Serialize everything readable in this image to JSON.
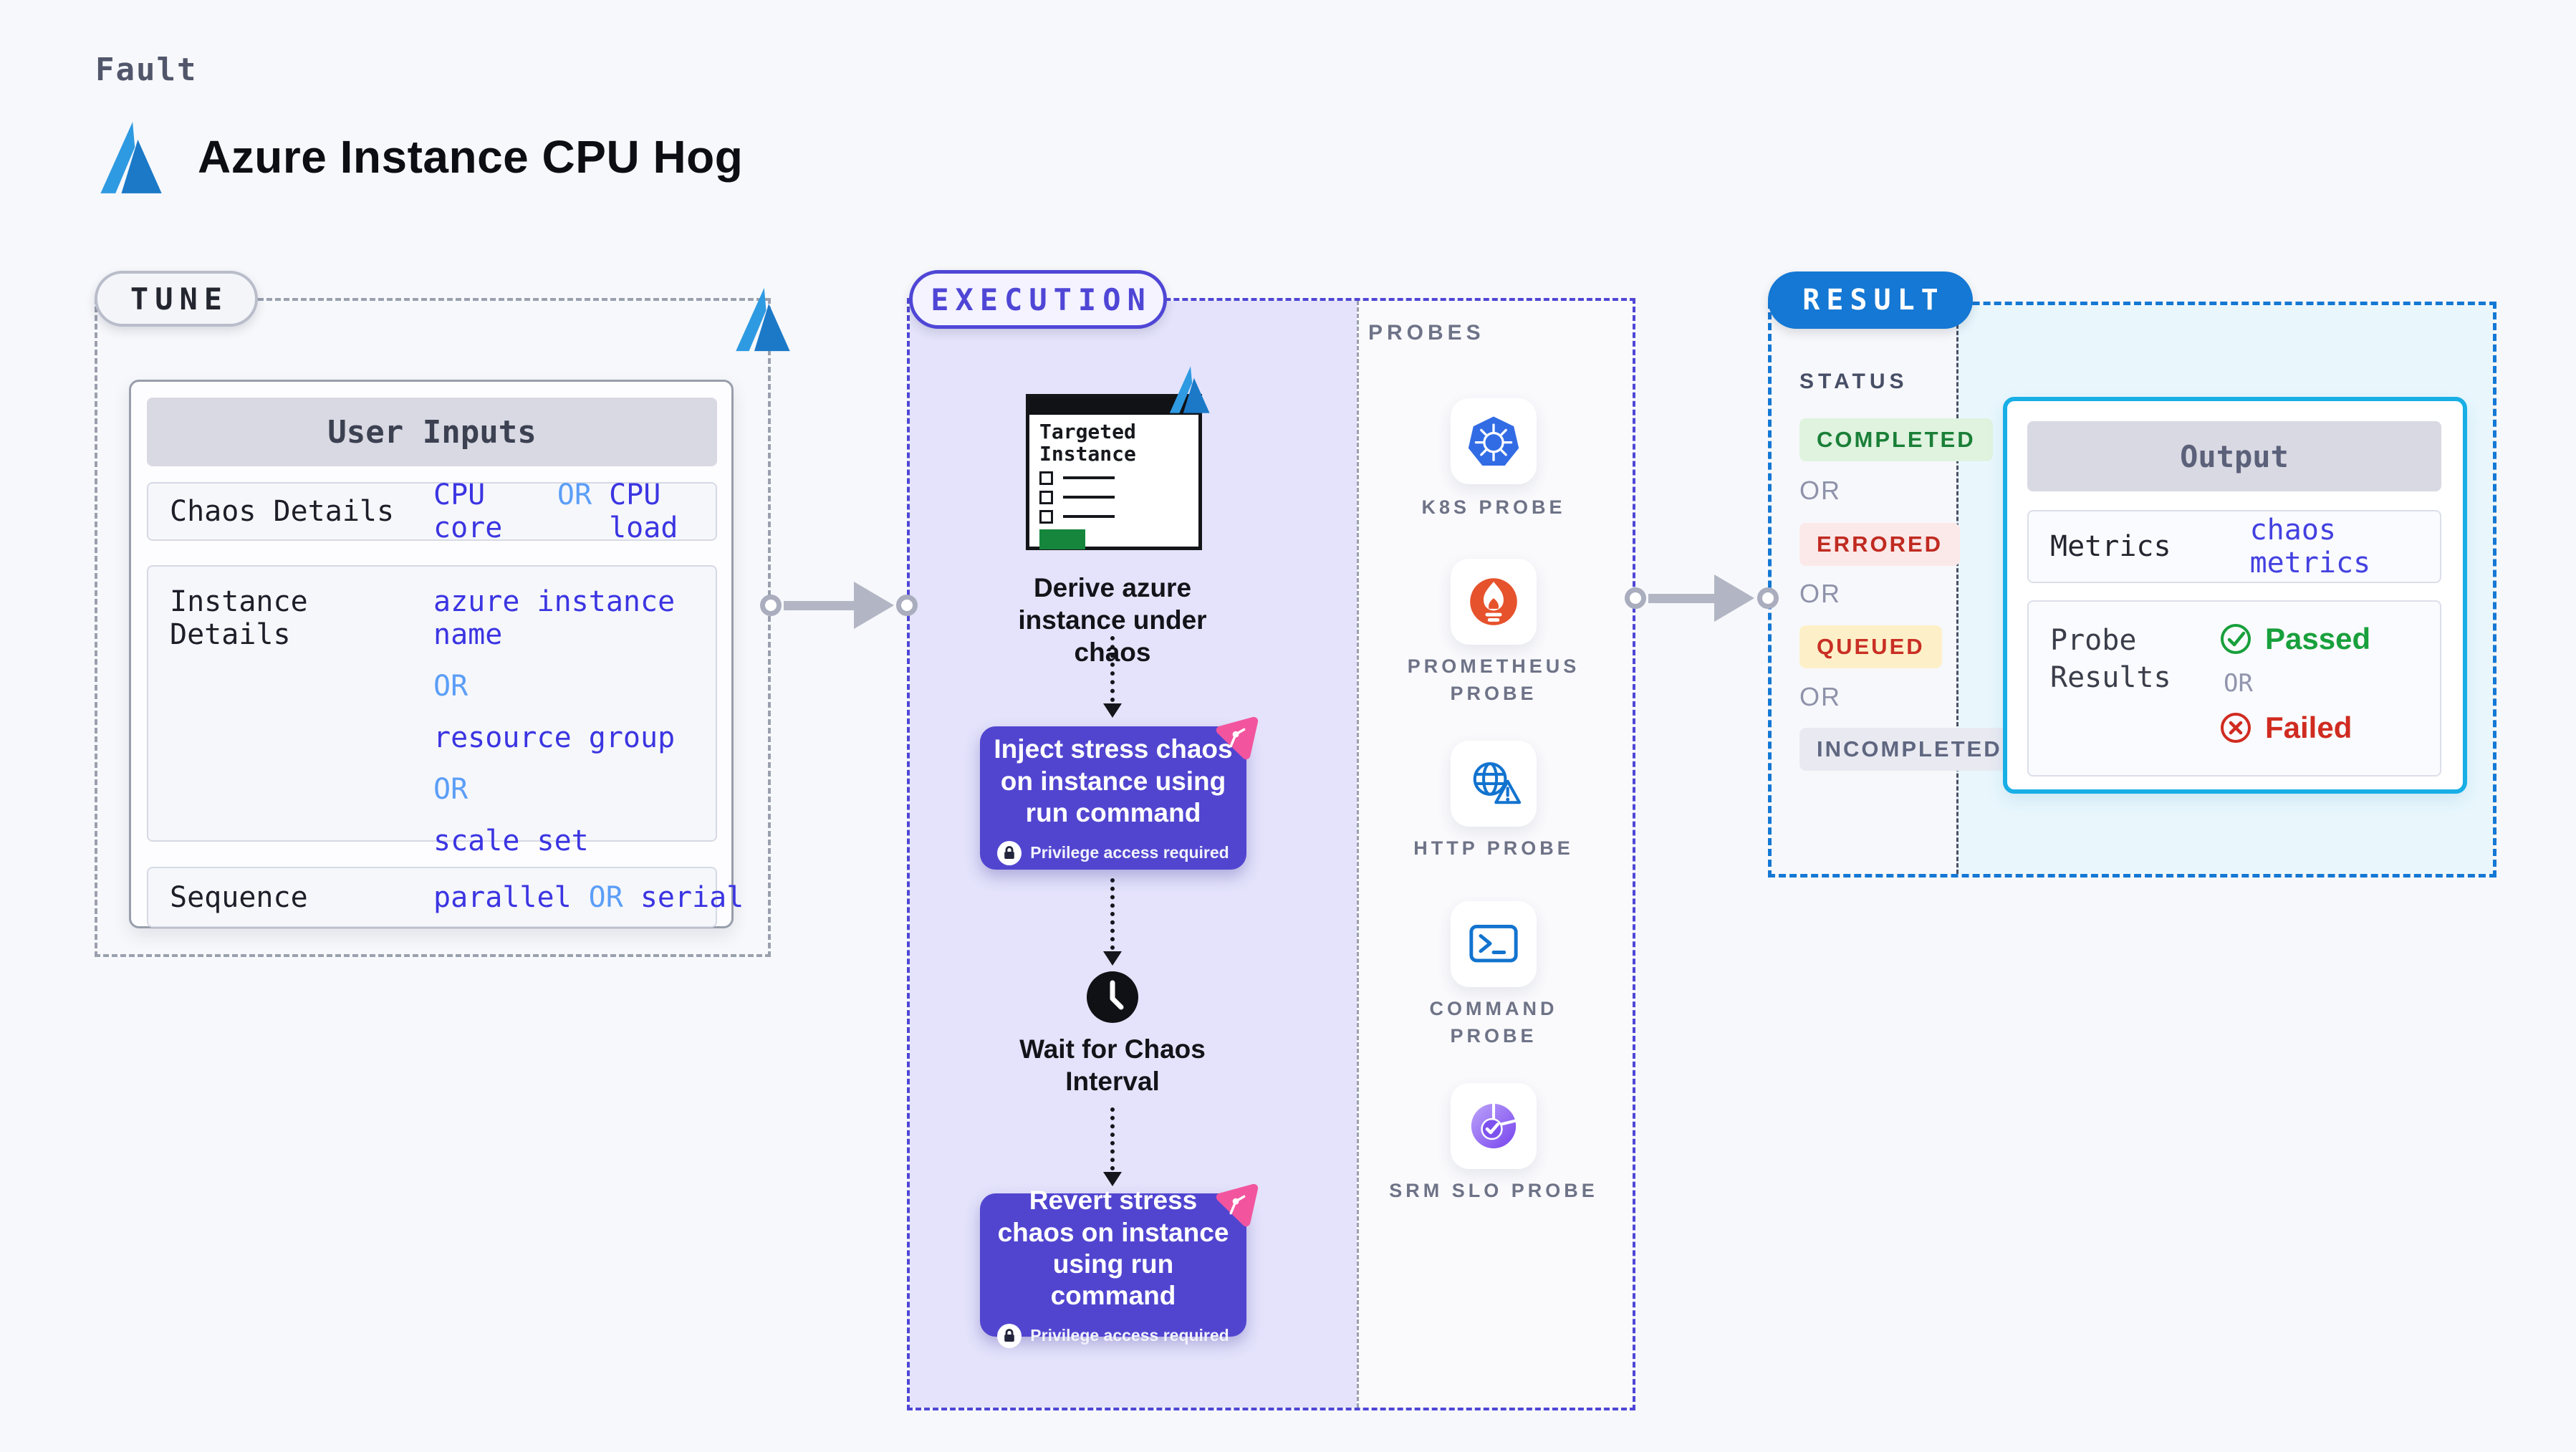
{
  "header": {
    "kicker": "Fault",
    "title": "Azure Instance CPU Hog"
  },
  "tune": {
    "label": "TUNE",
    "user_inputs": {
      "title": "User Inputs",
      "rows": [
        {
          "label": "Chaos Details",
          "segments": [
            {
              "text": "CPU core",
              "style": "value"
            },
            {
              "text": "OR",
              "style": "or"
            },
            {
              "text": "CPU load",
              "style": "value"
            }
          ]
        },
        {
          "label": "Instance Details",
          "segments": [
            {
              "text": "azure instance name",
              "style": "value"
            },
            {
              "text": "OR",
              "style": "or"
            },
            {
              "text": "resource group",
              "style": "value"
            },
            {
              "text": "OR",
              "style": "or"
            },
            {
              "text": "scale set",
              "style": "value"
            }
          ]
        },
        {
          "label": "Sequence",
          "segments": [
            {
              "text": "parallel",
              "style": "value"
            },
            {
              "text": "OR",
              "style": "or"
            },
            {
              "text": "serial",
              "style": "value"
            }
          ]
        }
      ]
    }
  },
  "execution": {
    "label": "EXECUTION",
    "targeted_instance": {
      "title": "Targeted Instance"
    },
    "steps": {
      "derive": "Derive azure instance under chaos",
      "inject": "Inject stress chaos on instance using run command",
      "wait": "Wait for Chaos Interval",
      "revert": "Revert stress chaos on instance using run command"
    },
    "privilege_note": "Privilege access required"
  },
  "probes": {
    "label": "PROBES",
    "items": [
      {
        "name": "K8S PROBE",
        "icon": "kubernetes-icon"
      },
      {
        "name": "PROMETHEUS PROBE",
        "icon": "prometheus-icon"
      },
      {
        "name": "HTTP PROBE",
        "icon": "http-globe-icon"
      },
      {
        "name": "COMMAND PROBE",
        "icon": "terminal-icon"
      },
      {
        "name": "SRM SLO PROBE",
        "icon": "slo-pie-icon"
      }
    ]
  },
  "result": {
    "label": "RESULT",
    "status": {
      "title": "STATUS",
      "or": "OR",
      "badges": [
        {
          "text": "COMPLETED",
          "fg": "#1a7f37",
          "bg": "#dff3df"
        },
        {
          "text": "ERRORED",
          "fg": "#c02a20",
          "bg": "#fbe8e8"
        },
        {
          "text": "QUEUED",
          "fg": "#c92f24",
          "bg": "#fdf0c9"
        },
        {
          "text": "INCOMPLETED",
          "fg": "#5f6680",
          "bg": "#e9eaf1"
        }
      ]
    },
    "output": {
      "title": "Output",
      "metrics_label": "Metrics",
      "metrics_value": "chaos metrics",
      "probe_results_label": "Probe Results",
      "passed": "Passed",
      "or": "OR",
      "failed": "Failed"
    }
  },
  "colors": {
    "page_bg": "#f7f8fb",
    "tune_border": "#9aa0ae",
    "execution_border": "#4f46d6",
    "execution_bg": "#e4e3fb",
    "chaos_step_bg": "#5145d0",
    "value_text": "#3b35e2",
    "or_text": "#5b9ef7",
    "result_blue": "#1478d4",
    "output_border": "#18aee6",
    "output_bg": "#e9f7fd",
    "passed_green": "#18a03c",
    "failed_red": "#d02b20",
    "azure_blue": "#2e9ae2",
    "kubernetes_blue": "#326ce5",
    "prometheus_orange": "#e6522c",
    "probe_icon_blue": "#1273cf",
    "srm_purple": "#7e52ee",
    "litmus_pink": "#f2559e",
    "arrow_gray": "#b2b6c4"
  }
}
